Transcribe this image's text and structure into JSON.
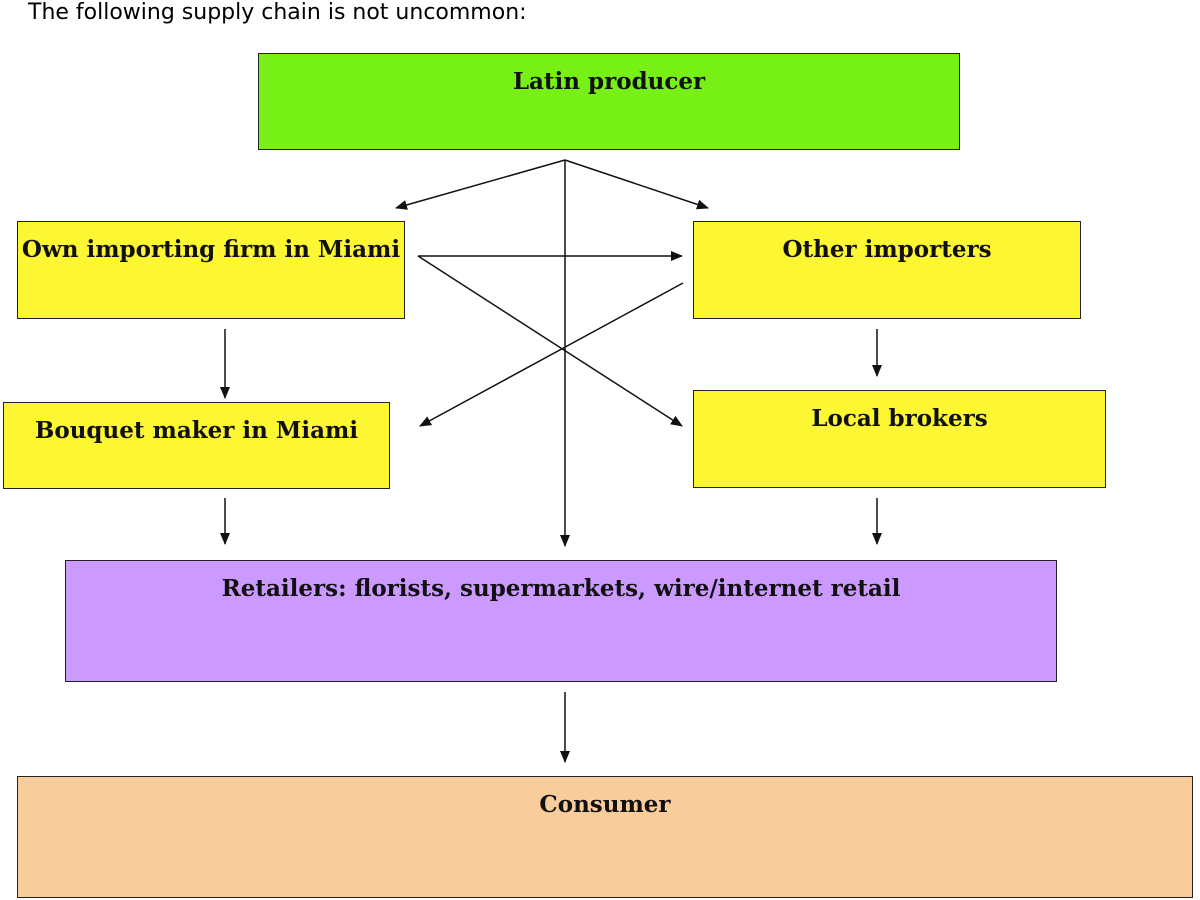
{
  "intro": "The following supply chain is not uncommon:",
  "nodes": {
    "producer": "Latin producer",
    "own_importer": "Own importing firm in Miami",
    "other_importers": "Other importers",
    "bouquet_maker": "Bouquet maker in Miami",
    "local_brokers": "Local brokers",
    "retailers": "Retailers: florists, supermarkets, wire/internet retail",
    "consumer": "Consumer"
  },
  "colors": {
    "producer": "#77f016",
    "importers": "#fdf733",
    "retailers": "#cc99ff",
    "consumer": "#f9cc9b"
  }
}
